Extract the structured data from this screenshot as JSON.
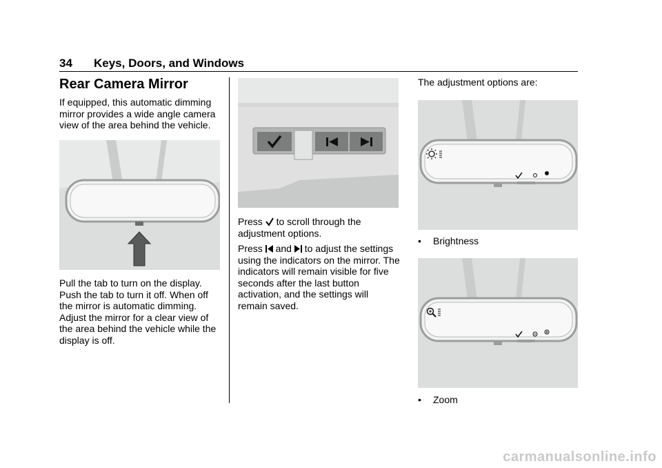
{
  "header": {
    "page_number": "34",
    "section": "Keys, Doors, and Windows"
  },
  "column1": {
    "title": "Rear Camera Mirror",
    "intro": "If equipped, this automatic dimming mirror provides a wide angle camera view of the area behind the vehicle.",
    "body": "Pull the tab to turn on the display. Push the tab to turn it off. When off the mirror is automatic dimming. Adjust the mirror for a clear view of the area behind the vehicle while the display is off."
  },
  "column2": {
    "press1_a": "Press",
    "press1_b": "to scroll through the adjustment options.",
    "press2_a": "Press",
    "press2_and": "and",
    "press2_b": "to adjust the settings using the indicators on the mirror. The indicators will remain visible for five seconds after the last button activation, and the settings will remain saved."
  },
  "column3": {
    "intro": "The adjustment options are:",
    "bullets": [
      {
        "marker": "•",
        "label": "Brightness"
      },
      {
        "marker": "•",
        "label": "Zoom"
      }
    ]
  },
  "footer": {
    "watermark": "carmanualsonline.info"
  },
  "icons": [
    "checkmark-icon",
    "previous-track-icon",
    "next-track-icon",
    "brightness-icon",
    "zoom-icon",
    "arrow-up-icon"
  ]
}
